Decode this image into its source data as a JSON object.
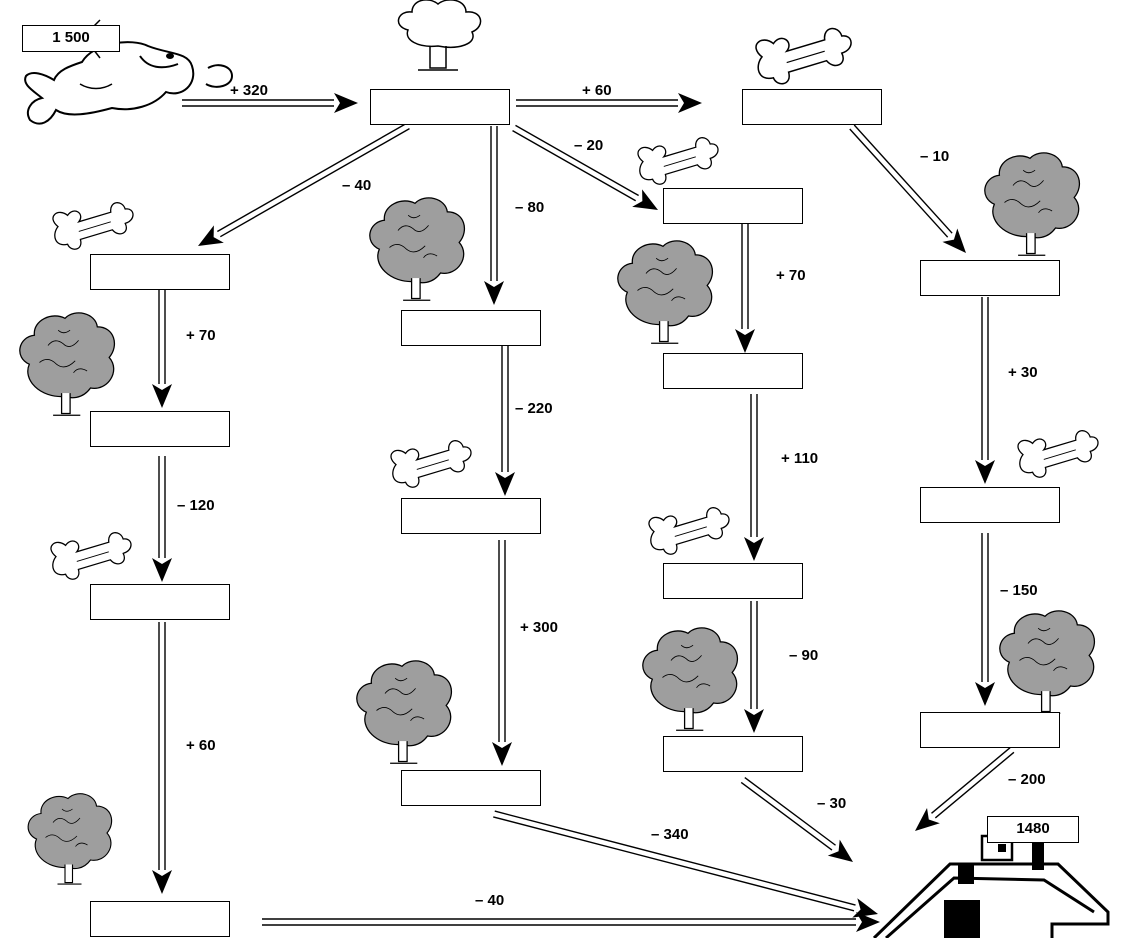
{
  "start_value": "1 500",
  "end_value": "1480",
  "step_labels": {
    "s1": "+ 320",
    "s2": "+ 60",
    "s3": "– 40",
    "s4": "– 80",
    "s5": "– 20",
    "s6": "– 10",
    "s7": "+ 70",
    "s8": "+ 70",
    "s9": "+ 30",
    "s10": "– 220",
    "s11": "+ 110",
    "s12": "– 120",
    "s13": "– 150",
    "s14": "+ 300",
    "s15": "+ 60",
    "s16": "– 90",
    "s17": "– 30",
    "s18": "– 200",
    "s19": "– 340",
    "s20": "– 40"
  },
  "icons": [
    "dog-icon",
    "tree-outline-icon",
    "bone-icon",
    "tree-icon",
    "house-icon"
  ]
}
